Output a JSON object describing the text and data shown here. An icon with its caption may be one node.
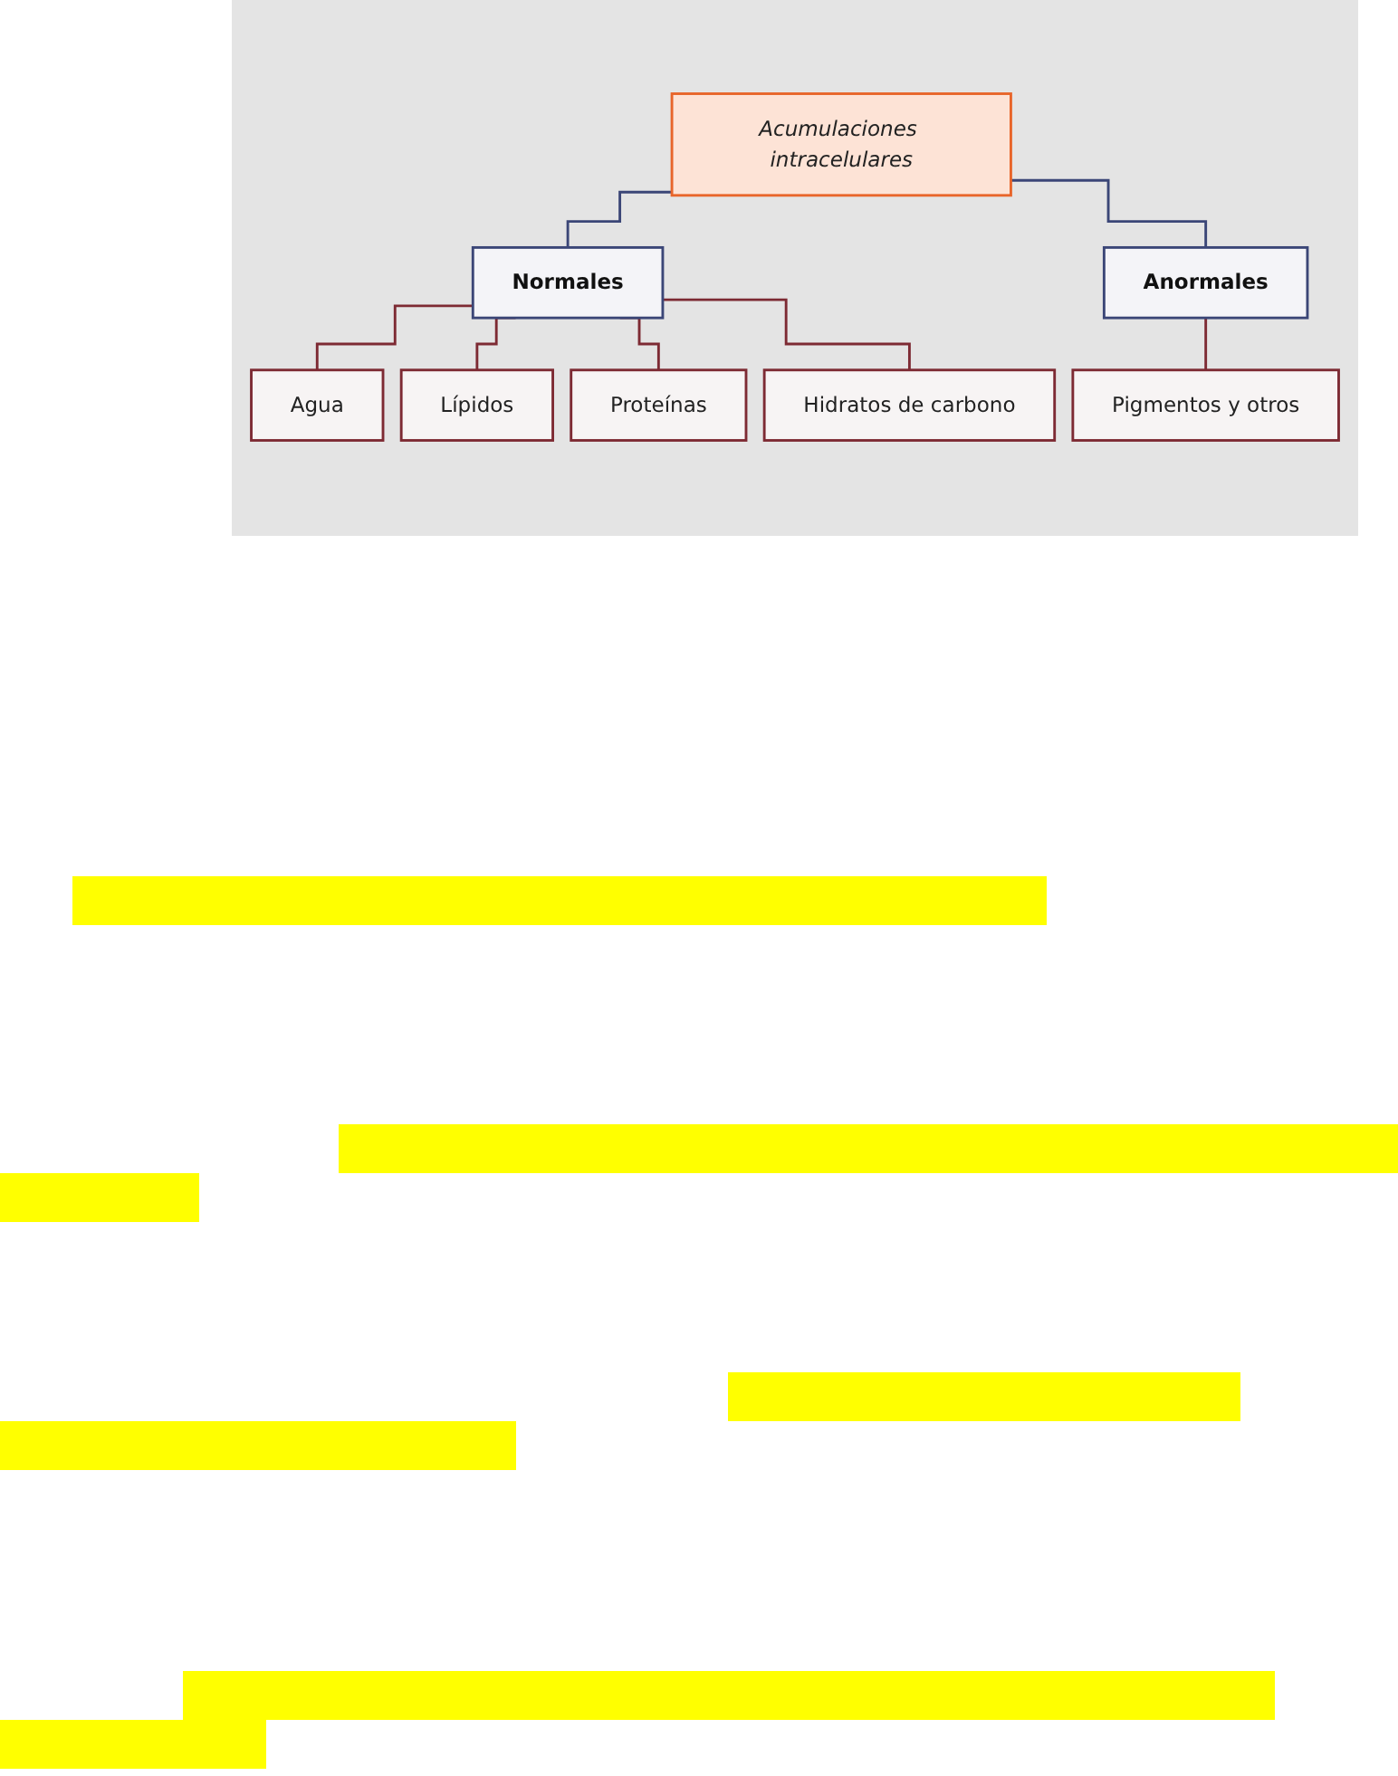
{
  "diagram": {
    "nodes": [
      {
        "text": [
          "Acumulaciones intracelulares"
        ]
      },
      {
        "text": [
          "Normales"
        ]
      },
      {
        "text": [
          "Anormales"
        ]
      },
      {
        "text": [
          "Agua"
        ]
      },
      {
        "text": [
          "Lípidos"
        ]
      },
      {
        "text": [
          "Proteínas"
        ]
      },
      {
        "text": [
          "Hidratos de carbono"
        ]
      },
      {
        "text": [
          "Pigmentos y otros"
        ]
      }
    ],
    "edges": [
      {
        "from": 0,
        "to": 1,
        "arrow": "none",
        "color": "#3b4677"
      },
      {
        "from": 0,
        "to": 2,
        "arrow": "none",
        "color": "#3b4677"
      },
      {
        "from": 1,
        "to": 3,
        "arrow": "none"
      },
      {
        "from": 1,
        "to": 4,
        "arrow": "none"
      },
      {
        "from": 1,
        "to": 5,
        "arrow": "none"
      },
      {
        "from": 1,
        "to": 6,
        "arrow": "none"
      },
      {
        "from": 2,
        "to": 7,
        "arrow": "none"
      }
    ]
  }
}
